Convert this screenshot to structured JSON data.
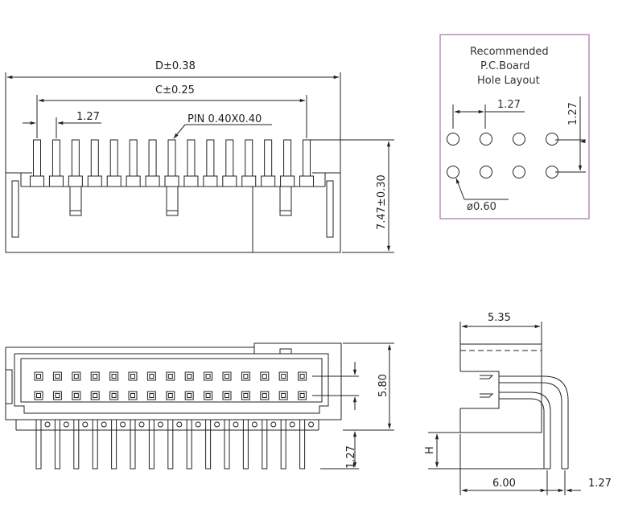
{
  "top_view": {
    "dim_d": "D±0.38",
    "dim_c": "C±0.25",
    "dim_pitch": "1.27",
    "pin_label": "PIN 0.40X0.40",
    "dim_height": "7.47±0.30"
  },
  "hole_layout": {
    "title_line1": "Recommended",
    "title_line2": "P.C.Board",
    "title_line3": "Hole Layout",
    "pitch_h": "1.27",
    "pitch_v": "1.27",
    "hole_dia": "ø0.60"
  },
  "front_view": {
    "dim_width": "5.80",
    "dim_pitch": "1.27"
  },
  "side_view": {
    "dim_top": "5.35",
    "dim_h": "H",
    "dim_bottom": "6.00",
    "dim_pitch": "1.27"
  },
  "colors": {
    "line": "#222222",
    "border": "#b07ab0"
  }
}
